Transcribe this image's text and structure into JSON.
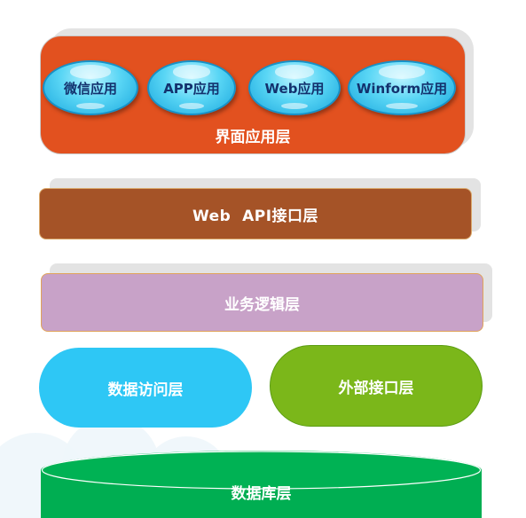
{
  "diagram": {
    "ui_layer": {
      "label": "界面应用层",
      "apps": [
        "微信应用",
        "APP应用",
        "Web应用",
        "Winform应用"
      ]
    },
    "api_layer": {
      "label": "Web  API接口层"
    },
    "business_layer": {
      "label": "业务逻辑层"
    },
    "data_access_layer": {
      "label": "数据访问层"
    },
    "external_layer": {
      "label": "外部接口层"
    },
    "database_layer": {
      "label": "数据库层"
    }
  },
  "colors": {
    "ui_layer": "#e2511f",
    "app_bubble": "#3fc4ef",
    "api_layer": "#a55327",
    "business_layer": "#c8a2c8",
    "data_access_layer": "#2ec7f5",
    "external_layer": "#7bb71a",
    "database_layer": "#00ae52"
  }
}
